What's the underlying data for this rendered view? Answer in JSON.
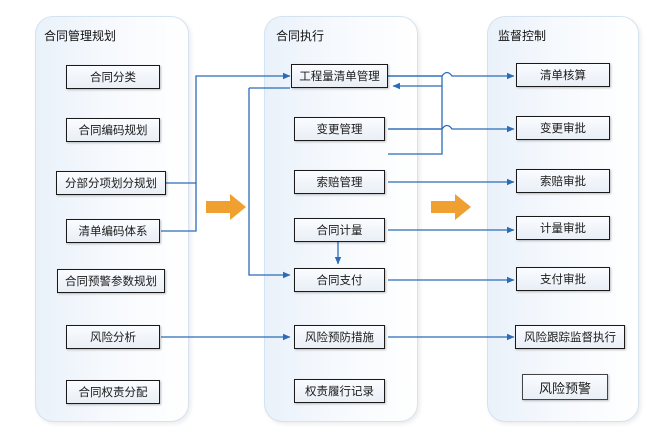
{
  "columns": {
    "planning": {
      "title": "合同管理规划",
      "items": [
        "合同分类",
        "合同编码规划",
        "分部分项划分规划",
        "清单编码体系",
        "合同预警参数规划",
        "风险分析",
        "合同权责分配"
      ]
    },
    "execution": {
      "title": "合同执行",
      "items": [
        "工程量清单管理",
        "变更管理",
        "索赔管理",
        "合同计量",
        "合同支付",
        "风险预防措施",
        "权责履行记录"
      ]
    },
    "control": {
      "title": "监督控制",
      "items": [
        "清单核算",
        "变更审批",
        "索赔审批",
        "计量审批",
        "支付审批",
        "风险跟踪监督执行",
        "风险预警"
      ]
    }
  },
  "colors": {
    "panel": "#e9f1fa",
    "connector": "#2b6cb8",
    "block_arrow": "#f0a030",
    "box_border": "#1a1a1a"
  }
}
